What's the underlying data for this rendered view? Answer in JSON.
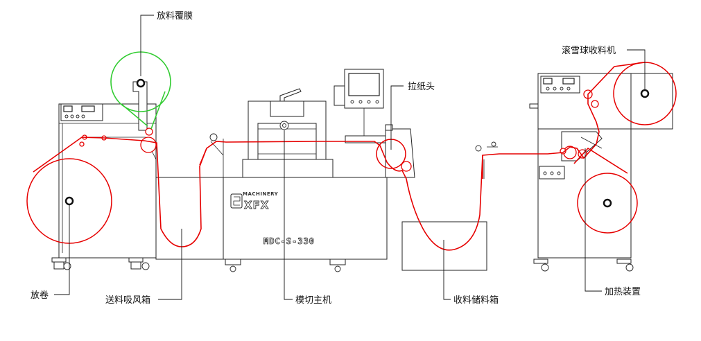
{
  "labels": {
    "unwind_laminate": "放料覆膜",
    "unwind": "放卷",
    "feed_suction_box": "送料吸风箱",
    "die_cut_main": "模切主机",
    "paper_puller": "拉纸头",
    "collection_storage_box": "收料储料箱",
    "snowball_rewinder": "滚雪球收料机",
    "heating_device": "加热装置"
  },
  "branding": {
    "company_sub": "MACHINERY",
    "company_main": "XFX",
    "model": "MDC-S-330"
  },
  "colors": {
    "web": "#e60000",
    "laminate_roll": "#33cc33",
    "line": "#222222"
  }
}
